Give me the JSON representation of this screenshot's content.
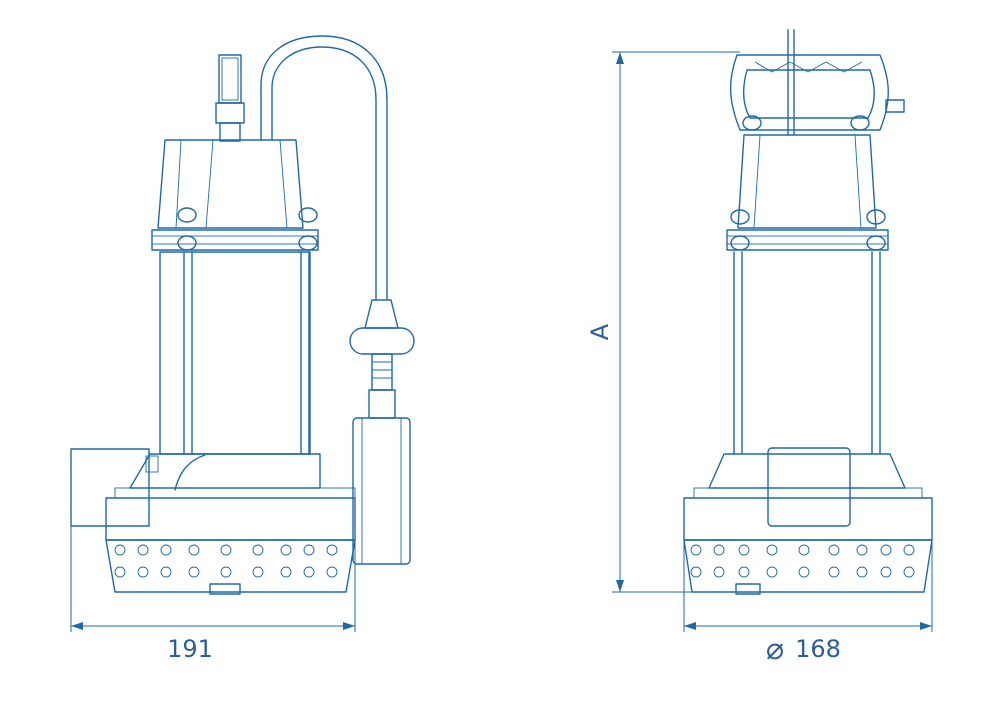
{
  "drawing": {
    "width_label": "191",
    "diameter_symbol": "⌀",
    "diameter_label": "168",
    "height_label": "A"
  },
  "colors": {
    "line": "#1f6aa6",
    "text": "#2a5e9a",
    "background": "#ffffff"
  }
}
